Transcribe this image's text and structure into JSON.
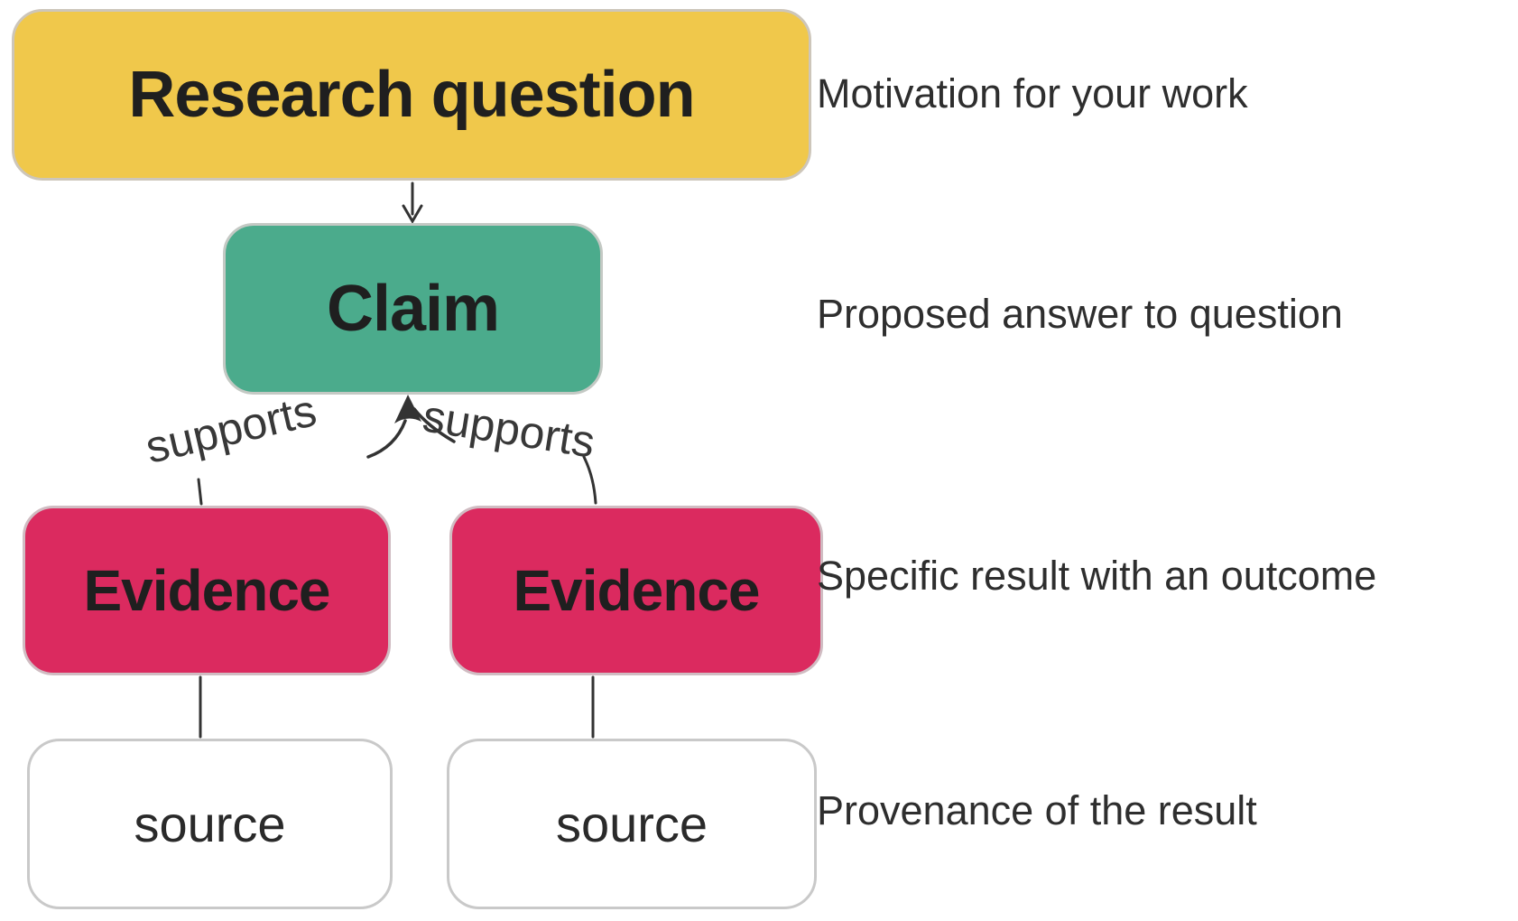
{
  "colors": {
    "yellow": "#F0C84B",
    "green": "#4BAB8C",
    "pink": "#DB2A5F",
    "line": "#333333",
    "border": "#C9C9C9"
  },
  "nodes": {
    "research_question": "Research question",
    "claim": "Claim",
    "evidence1": "Evidence",
    "evidence2": "Evidence",
    "source1": "source",
    "source2": "source"
  },
  "edge_labels": {
    "supports_left": "supports",
    "supports_right": "supports"
  },
  "annotations": {
    "research_question": "Motivation for your work",
    "claim": "Proposed answer to question",
    "evidence": "Specific result with an outcome",
    "source": "Provenance of the result"
  }
}
